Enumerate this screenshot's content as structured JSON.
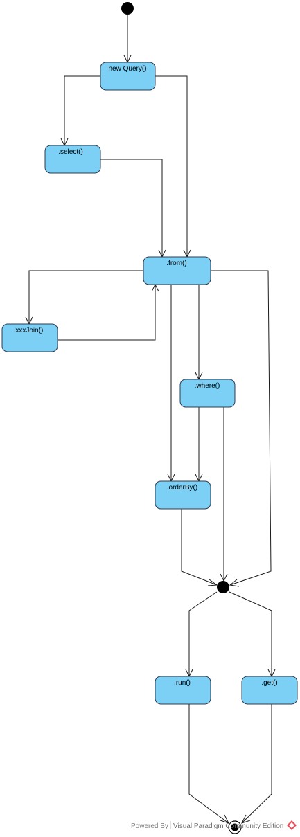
{
  "diagram": {
    "nodes": {
      "new_query": "new Query()",
      "select": ".select()",
      "from": ".from()",
      "xxx_join": ".xxxJoin()",
      "where": ".where()",
      "order_by": ".orderBy()",
      "run": ".run()",
      "get": ".get()"
    },
    "colors": {
      "node_fill": "#7ccff5",
      "node_stroke": "#2e3b4a",
      "line": "#1a1a1a"
    }
  },
  "footer": {
    "powered_by": "Powered By",
    "brand": "Visual Paradigm Community Edition",
    "brand_icon": "visual-paradigm-logo-icon"
  }
}
